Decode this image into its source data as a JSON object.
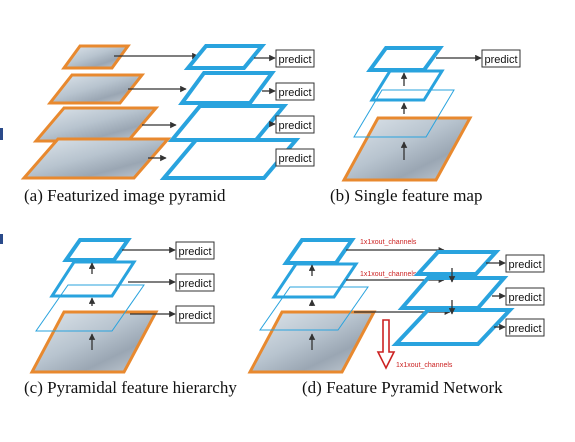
{
  "panels": [
    {
      "id": "a",
      "caption": "(a) Featurized image pyramid",
      "predict_labels": [
        "predict",
        "predict",
        "predict",
        "predict"
      ]
    },
    {
      "id": "b",
      "caption": "(b) Single feature map",
      "predict_labels": [
        "predict"
      ]
    },
    {
      "id": "c",
      "caption": "(c) Pyramidal feature hierarchy",
      "predict_labels": [
        "predict",
        "predict",
        "predict"
      ]
    },
    {
      "id": "d",
      "caption": "(d) Feature Pyramid Network",
      "predict_labels": [
        "predict",
        "predict",
        "predict"
      ],
      "annotations": [
        "1x1xout_channels",
        "1x1xout_channels",
        "1x1xout_channels"
      ]
    }
  ],
  "colors": {
    "feature_map": "#29a3de",
    "image": "#e8892f",
    "arrow": "#333333",
    "annotation": "#cc2222"
  }
}
